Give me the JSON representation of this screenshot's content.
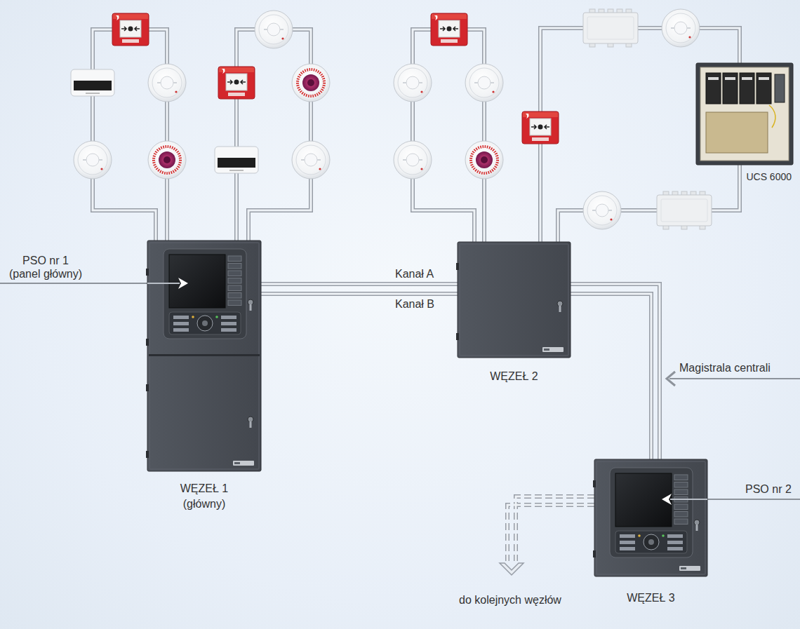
{
  "diagram": {
    "nodes": [
      {
        "text": [
          "WĘZEŁ 1 (główny)"
        ]
      },
      {
        "text": [
          "WĘZEŁ 2"
        ]
      },
      {
        "text": [
          "UCS 6000"
        ]
      },
      {
        "text": [
          "WĘZEŁ 3"
        ]
      }
    ],
    "edges": [
      {
        "from": 0,
        "to": 1,
        "arrow": "none",
        "label": "Kanał A"
      },
      {
        "from": 0,
        "to": 1,
        "arrow": "none",
        "label": "Kanał B"
      },
      {
        "from": 1,
        "to": 3,
        "arrow": "none"
      },
      {
        "from": 1,
        "to": 3,
        "arrow": "none"
      },
      {
        "from": 1,
        "to": 2,
        "arrow": "none"
      },
      {
        "from": 1,
        "to": 2,
        "arrow": "none"
      }
    ],
    "labels": [
      "PSO nr 1 (panel główny)",
      "Magistrala centrali",
      "PSO nr 2",
      "do kolejnych węzłów"
    ]
  }
}
